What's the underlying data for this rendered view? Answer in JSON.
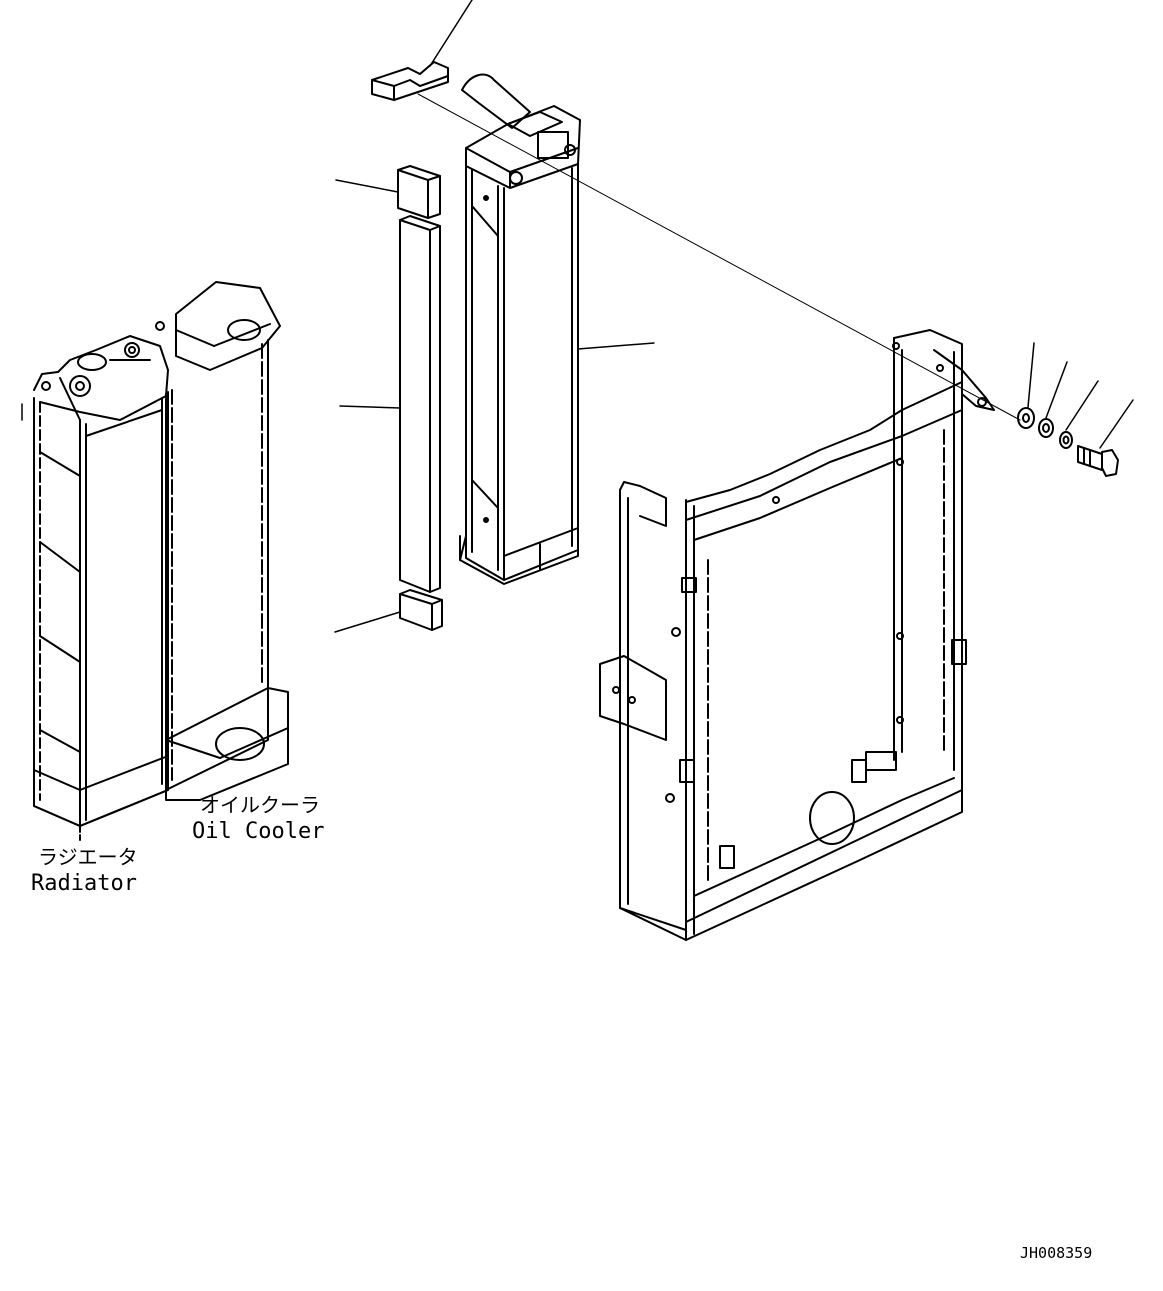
{
  "diagram": {
    "labels": {
      "oil_cooler_jp": "オイルクーラ",
      "oil_cooler_en": "Oil Cooler",
      "radiator_jp": "ラジエータ",
      "radiator_en": "Radiator",
      "drawing_number": "JH008359"
    },
    "colors": {
      "line": "#000000",
      "background": "#ffffff"
    }
  }
}
